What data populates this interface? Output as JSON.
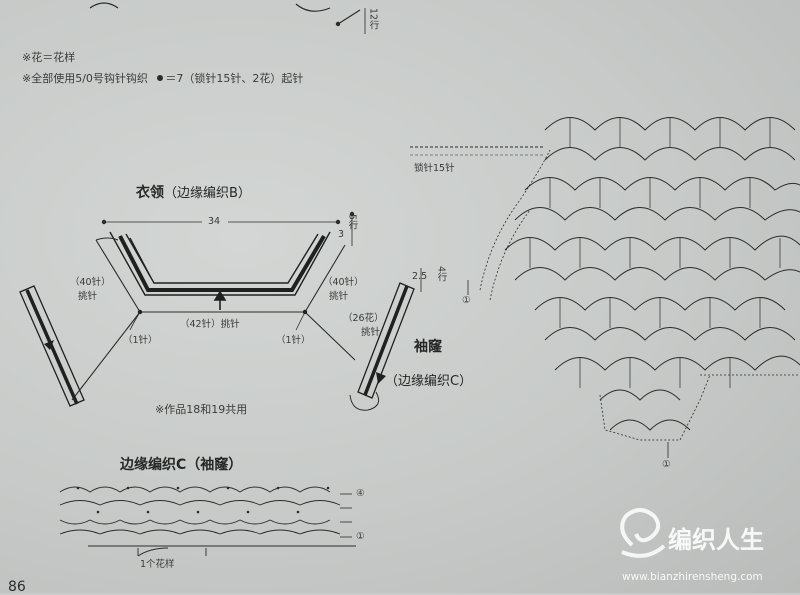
{
  "notes": {
    "flower_def": "※花＝花样",
    "hook_note": "※全部使用5/0号钩针钩织",
    "start_note": "＝7（锁针15针、2花）起针"
  },
  "top_rows": {
    "num": "12",
    "unit": "行"
  },
  "collar": {
    "title": "衣领",
    "subtitle": "（边缘编织B）",
    "width": "34",
    "row_top_num": "5",
    "row_top_unit": "行",
    "row_top_left": "3",
    "left_pick": "（40针）",
    "left_pick_label": "挑针",
    "right_pick": "（40针）",
    "right_pick_label": "挑针",
    "center_pick": "（42针）挑针",
    "one_st_left": "（1针）",
    "one_st_right": "（1针）",
    "shared_note": "※作品18和19共用"
  },
  "sleeve": {
    "label": "袖窿",
    "edge": "（边缘编织C）",
    "rows_left": "2.5",
    "rows_num": "4",
    "rows_unit": "行",
    "pick": "（26花）",
    "pick_label": "挑针"
  },
  "edging_c": {
    "title": "边缘编织C（袖窿）",
    "repeat_label": "1个花样",
    "row_markers": [
      "④",
      "①"
    ]
  },
  "chart": {
    "chain_label": "锁针15针",
    "markers": [
      "①",
      "①"
    ]
  },
  "page_number": "86",
  "watermark": {
    "brand": "编织人生",
    "url": "www.bianzhirensheng.com"
  }
}
